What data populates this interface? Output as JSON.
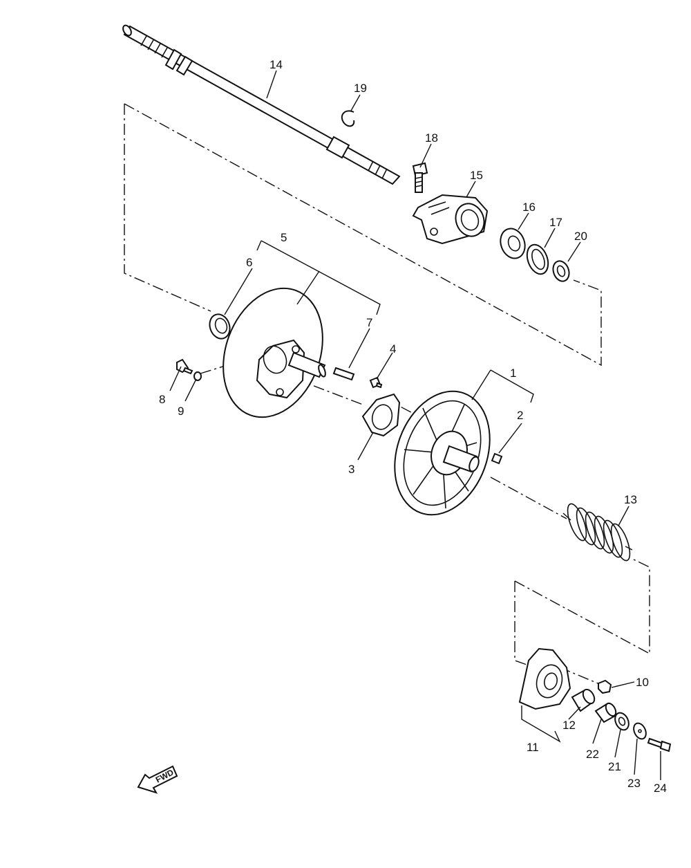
{
  "diagram": {
    "fwd_label": "FWD",
    "callouts": [
      "1",
      "2",
      "3",
      "4",
      "5",
      "6",
      "7",
      "8",
      "9",
      "10",
      "11",
      "12",
      "13",
      "14",
      "15",
      "16",
      "17",
      "18",
      "19",
      "20",
      "21",
      "22",
      "23",
      "24"
    ]
  }
}
